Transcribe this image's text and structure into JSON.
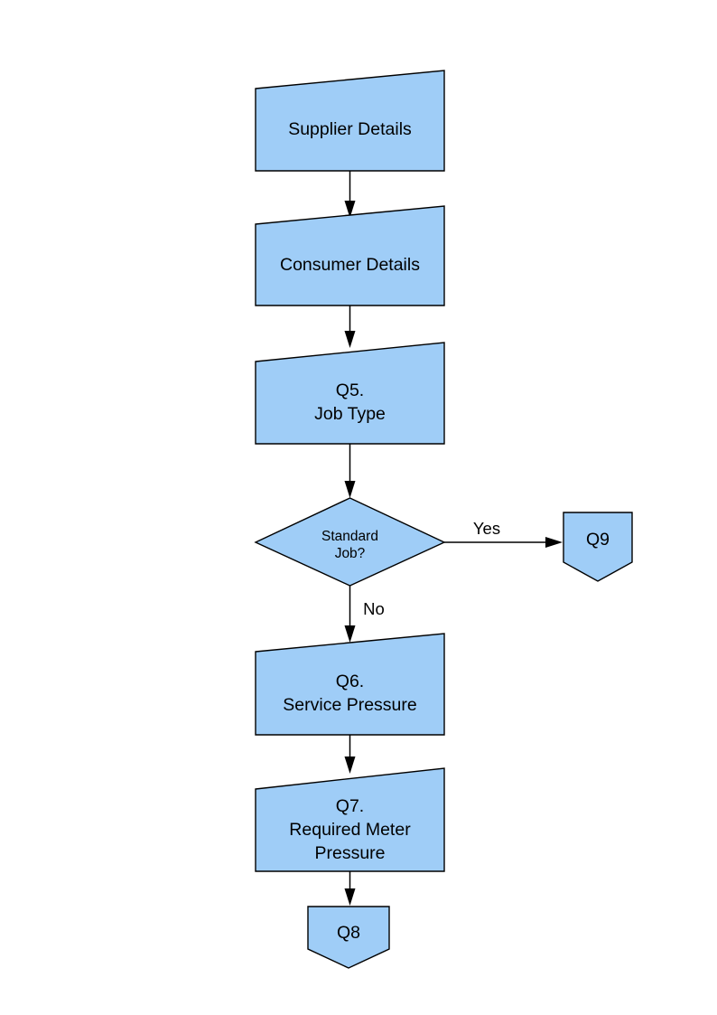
{
  "diagram": {
    "type": "flowchart",
    "title": "",
    "colors": {
      "node_fill": "#9fcdf7",
      "node_stroke": "#000000",
      "text": "#000000",
      "background": "#ffffff"
    },
    "nodes": [
      {
        "id": "supplier-details",
        "shape": "manual-input",
        "lines": [
          "Supplier Details"
        ],
        "line1": "Supplier Details",
        "line2": "",
        "line3": ""
      },
      {
        "id": "consumer-details",
        "shape": "manual-input",
        "lines": [
          "Consumer Details"
        ],
        "line1": "Consumer Details",
        "line2": "",
        "line3": ""
      },
      {
        "id": "q5-job-type",
        "shape": "manual-input",
        "lines": [
          "Q5.",
          "Job Type"
        ],
        "line1": "Q5.",
        "line2": "Job Type",
        "line3": ""
      },
      {
        "id": "standard-job-decision",
        "shape": "diamond",
        "lines": [
          "Standard",
          "Job?"
        ],
        "line1": "Standard",
        "line2": "Job?",
        "line3": ""
      },
      {
        "id": "q9",
        "shape": "pentagon-down",
        "lines": [
          "Q9"
        ],
        "line1": "Q9",
        "line2": "",
        "line3": ""
      },
      {
        "id": "q6-service-pressure",
        "shape": "manual-input",
        "lines": [
          "Q6.",
          "Service Pressure"
        ],
        "line1": "Q6.",
        "line2": "Service Pressure",
        "line3": ""
      },
      {
        "id": "q7-required-meter-pressure",
        "shape": "manual-input",
        "lines": [
          "Q7.",
          "Required Meter",
          "Pressure"
        ],
        "line1": "Q7.",
        "line2": "Required Meter",
        "line3": "Pressure"
      },
      {
        "id": "q8",
        "shape": "pentagon-down",
        "lines": [
          "Q8"
        ],
        "line1": "Q8",
        "line2": "",
        "line3": ""
      }
    ],
    "edges": [
      {
        "id": "e1",
        "from": "supplier-details",
        "to": "consumer-details",
        "label": ""
      },
      {
        "id": "e2",
        "from": "consumer-details",
        "to": "q5-job-type",
        "label": ""
      },
      {
        "id": "e3",
        "from": "q5-job-type",
        "to": "standard-job-decision",
        "label": ""
      },
      {
        "id": "e4",
        "from": "standard-job-decision",
        "to": "q9",
        "label": "Yes"
      },
      {
        "id": "e5",
        "from": "standard-job-decision",
        "to": "q6-service-pressure",
        "label": "No"
      },
      {
        "id": "e6",
        "from": "q6-service-pressure",
        "to": "q7-required-meter-pressure",
        "label": ""
      },
      {
        "id": "e7",
        "from": "q7-required-meter-pressure",
        "to": "q8",
        "label": ""
      }
    ],
    "labels": {
      "yes": "Yes",
      "no": "No"
    }
  }
}
